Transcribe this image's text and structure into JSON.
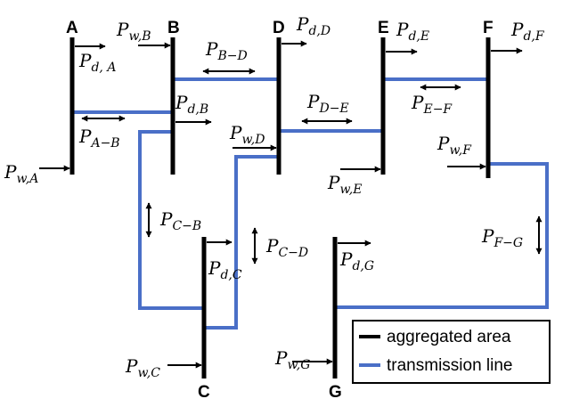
{
  "buses": [
    {
      "label": "A",
      "injections": [
        {
          "base": "P",
          "sub": "d, A",
          "kind": "demand"
        },
        {
          "base": "P",
          "sub": "w,A",
          "kind": "wind"
        }
      ]
    },
    {
      "label": "B",
      "injections": [
        {
          "base": "P",
          "sub": "w,B",
          "kind": "wind"
        },
        {
          "base": "P",
          "sub": "d,B",
          "kind": "demand"
        }
      ]
    },
    {
      "label": "C",
      "injections": [
        {
          "base": "P",
          "sub": "d,C",
          "kind": "demand"
        },
        {
          "base": "P",
          "sub": "w,C",
          "kind": "wind"
        }
      ]
    },
    {
      "label": "D",
      "injections": [
        {
          "base": "P",
          "sub": "d,D",
          "kind": "demand"
        },
        {
          "base": "P",
          "sub": "w,D",
          "kind": "wind"
        }
      ]
    },
    {
      "label": "E",
      "injections": [
        {
          "base": "P",
          "sub": "d,E",
          "kind": "demand"
        },
        {
          "base": "P",
          "sub": "w,E",
          "kind": "wind"
        }
      ]
    },
    {
      "label": "F",
      "injections": [
        {
          "base": "P",
          "sub": "d,F",
          "kind": "demand"
        },
        {
          "base": "P",
          "sub": "w,F",
          "kind": "wind"
        }
      ]
    },
    {
      "label": "G",
      "injections": [
        {
          "base": "P",
          "sub": "d,G",
          "kind": "demand"
        },
        {
          "base": "P",
          "sub": "w,G",
          "kind": "wind"
        }
      ]
    }
  ],
  "lines": [
    {
      "from": "A",
      "to": "B",
      "flow": {
        "base": "P",
        "sub": "A−B"
      }
    },
    {
      "from": "B",
      "to": "D",
      "flow": {
        "base": "P",
        "sub": "B−D"
      }
    },
    {
      "from": "D",
      "to": "E",
      "flow": {
        "base": "P",
        "sub": "D−E"
      }
    },
    {
      "from": "E",
      "to": "F",
      "flow": {
        "base": "P",
        "sub": "E−F"
      }
    },
    {
      "from": "C",
      "to": "B",
      "flow": {
        "base": "P",
        "sub": "C−B"
      }
    },
    {
      "from": "C",
      "to": "D",
      "flow": {
        "base": "P",
        "sub": "C−D"
      }
    },
    {
      "from": "F",
      "to": "G",
      "flow": {
        "base": "P",
        "sub": "F−G"
      }
    }
  ],
  "legend": {
    "items": [
      {
        "label": "aggregated area",
        "color": "#000000"
      },
      {
        "label": "transmission line",
        "color": "#4a6fc7"
      }
    ]
  },
  "colors": {
    "bus": "#000000",
    "line": "#4a6fc7",
    "arrow": "#000000"
  }
}
